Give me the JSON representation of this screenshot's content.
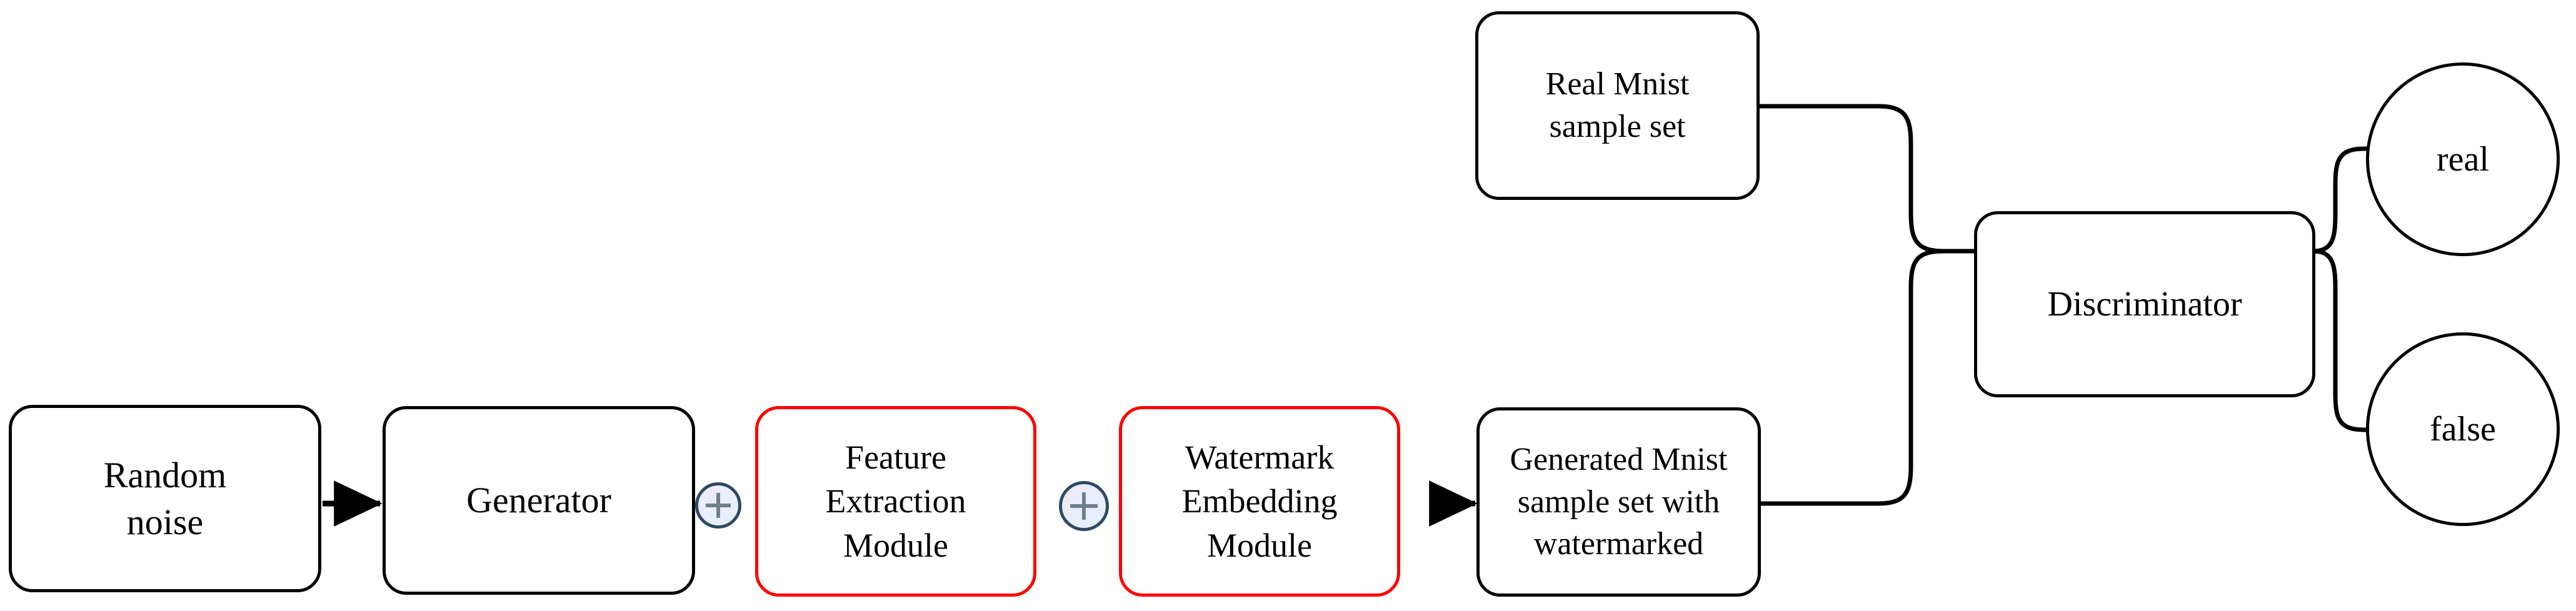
{
  "diagram": {
    "title": "Watermarked GAN architecture flow diagram",
    "background_color": "#ffffff",
    "stroke_color": "#000000",
    "accent_color": "#ff0000",
    "junction_border_color": "#2e4a63",
    "junction_glyph_color": "#6f7f8d"
  },
  "nodes": {
    "random_noise": {
      "label": "Random\nnoise",
      "shape": "rounded-rect",
      "border_color": "#000000"
    },
    "generator": {
      "label": "Generator",
      "shape": "rounded-rect",
      "border_color": "#000000"
    },
    "feature_extraction": {
      "label": "Feature\nExtraction\nModule",
      "shape": "rounded-rect",
      "border_color": "#ff0000"
    },
    "watermark_embedding": {
      "label": "Watermark\nEmbedding\nModule",
      "shape": "rounded-rect",
      "border_color": "#ff0000"
    },
    "generated_mnist": {
      "label": "Generated Mnist\nsample set with\nwatermarked",
      "shape": "rounded-rect",
      "border_color": "#000000"
    },
    "real_mnist": {
      "label": "Real Mnist\nsample set",
      "shape": "rounded-rect",
      "border_color": "#000000"
    },
    "discriminator": {
      "label": "Discriminator",
      "shape": "rounded-rect",
      "border_color": "#000000"
    },
    "output_real": {
      "label": "real",
      "shape": "circle",
      "border_color": "#000000"
    },
    "output_false": {
      "label": "false",
      "shape": "circle",
      "border_color": "#000000"
    }
  },
  "junctions": {
    "junction_one": {
      "glyph": "+",
      "name": "plus-junction-icon"
    },
    "junction_two": {
      "glyph": "+",
      "name": "plus-junction-icon"
    }
  },
  "edges": [
    {
      "from": "random_noise",
      "to": "generator",
      "style": "straight-arrow"
    },
    {
      "from": "generator",
      "to": "junction_one",
      "style": "adjacent"
    },
    {
      "from": "junction_one",
      "to": "feature_extraction",
      "style": "adjacent"
    },
    {
      "from": "feature_extraction",
      "to": "junction_two",
      "style": "adjacent"
    },
    {
      "from": "junction_two",
      "to": "watermark_embedding",
      "style": "adjacent"
    },
    {
      "from": "watermark_embedding",
      "to": "generated_mnist",
      "style": "straight-arrow"
    },
    {
      "from": "real_mnist",
      "to": "discriminator",
      "style": "curved-merge"
    },
    {
      "from": "generated_mnist",
      "to": "discriminator",
      "style": "curved-merge"
    },
    {
      "from": "discriminator",
      "to": "output_real",
      "style": "curved-split"
    },
    {
      "from": "discriminator",
      "to": "output_false",
      "style": "curved-split"
    }
  ]
}
